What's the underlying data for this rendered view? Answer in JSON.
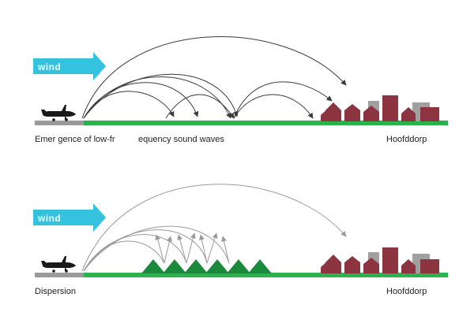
{
  "colors": {
    "wind": "#33c3df",
    "ground": "#2ab34a",
    "runway": "#9a9a9a",
    "mound": "#1c8a3c",
    "house": "#8c3440",
    "house_back": "#a0a0a0",
    "sound_arc_dark": "#3a3a3a",
    "sound_arc_light": "#9a9a9a",
    "plane": "#1a1a1a"
  },
  "top_panel": {
    "wind_label": "wind",
    "caption_left_a": "Emer gence of low-fr",
    "caption_left_b": "equency sound waves",
    "caption_right": "Hoofddorp"
  },
  "bottom_panel": {
    "wind_label": "wind",
    "caption_left": "Dispersion",
    "caption_right": "Hoofddorp"
  }
}
